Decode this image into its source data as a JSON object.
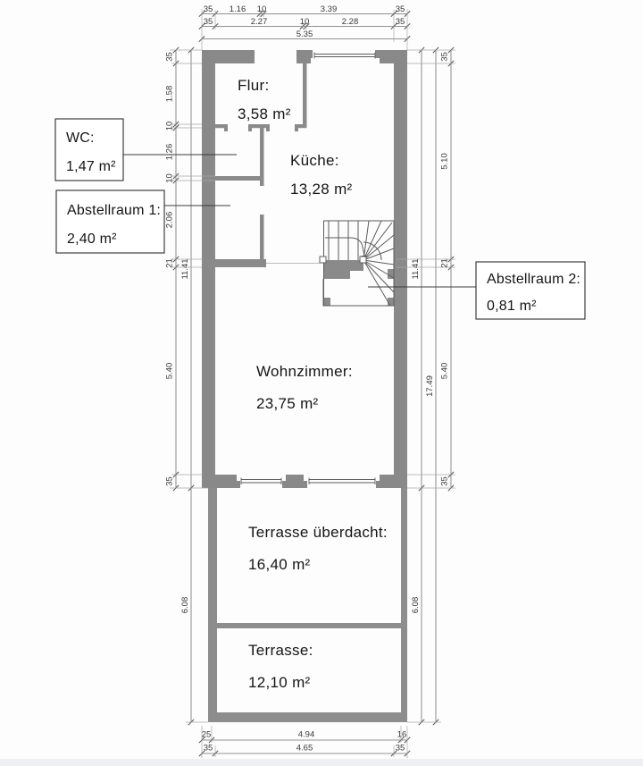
{
  "rooms": {
    "flur": {
      "name": "Flur:",
      "area": "3,58 m²"
    },
    "kueche": {
      "name": "Küche:",
      "area": "13,28 m²"
    },
    "wohnzimmer": {
      "name": "Wohnzimmer:",
      "area": "23,75 m²"
    },
    "terrasse_ueberdacht": {
      "name": "Terrasse überdacht:",
      "area": "16,40 m²"
    },
    "terrasse": {
      "name": "Terrasse:",
      "area": "12,10 m²"
    }
  },
  "callouts": {
    "wc": {
      "name": "WC:",
      "area": "1,47 m²"
    },
    "abstellraum1": {
      "name": "Abstellraum 1:",
      "area": "2,40 m²"
    },
    "abstellraum2": {
      "name": "Abstellraum 2:",
      "area": "0,81 m²"
    }
  },
  "dims": {
    "top_row1": [
      "35",
      "1.16",
      "10",
      "3.39",
      "35"
    ],
    "top_row2": [
      "35",
      "2.27",
      "10",
      "2.28",
      "35"
    ],
    "top_total": "5.35",
    "left_chain": [
      "35",
      "1.58",
      "10",
      "1.26",
      "10",
      "2.06",
      "21",
      "5.40",
      "35"
    ],
    "left_total": "11.41",
    "left_terrace": "6.08",
    "right_chain": [
      "35",
      "5.10",
      "21",
      "5.40",
      "35"
    ],
    "right_building": "11.41",
    "right_total": "17.49",
    "right_terrace": "6.08",
    "bottom_row1": [
      "25",
      "4.94",
      "16"
    ],
    "bottom_row2": [
      "35",
      "4.65",
      "35"
    ]
  }
}
